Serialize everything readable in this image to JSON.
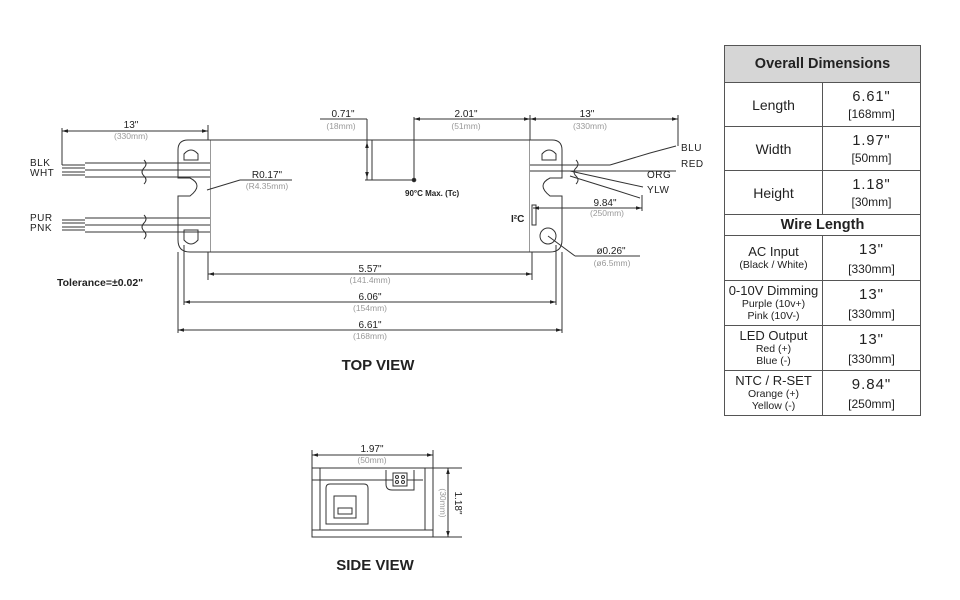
{
  "top_view": {
    "title": "TOP VIEW",
    "tolerance": "Tolerance=±0.02\"",
    "tc_label": "90°C Max. (Tc)",
    "i2c_label": "I²C",
    "left_wires": {
      "ac": [
        "BLK",
        "WHT"
      ],
      "dim": [
        "PUR",
        "PNK"
      ]
    },
    "right_wires": [
      "BLU",
      "RED",
      "ORG",
      "YLW"
    ],
    "dimensions": {
      "left_wire": {
        "in": "13\"",
        "mm": "(330mm)"
      },
      "right_wire": {
        "in": "13\"",
        "mm": "(330mm)"
      },
      "ntc_wire": {
        "in": "9.84\"",
        "mm": "(250mm)"
      },
      "tc_offset_y": {
        "in": "0.71\"",
        "mm": "(18mm)"
      },
      "tc_offset_x": {
        "in": "2.01\"",
        "mm": "(51mm)"
      },
      "radius": {
        "in": "R0.17\"",
        "mm": "(R4.35mm)"
      },
      "hole": {
        "in": "ø0.26\"",
        "mm": "(ø6.5mm)"
      },
      "body": {
        "in": "5.57\"",
        "mm": "(141.4mm)"
      },
      "hole_pitch": {
        "in": "6.06\"",
        "mm": "(154mm)"
      },
      "overall": {
        "in": "6.61\"",
        "mm": "(168mm)"
      }
    }
  },
  "side_view": {
    "title": "SIDE VIEW",
    "width": {
      "in": "1.97\"",
      "mm": "(50mm)"
    },
    "height": {
      "in": "1.18\"",
      "mm": "(30mm)"
    }
  },
  "spec_table": {
    "overall_header": "Overall Dimensions",
    "overall_rows": [
      {
        "label": "Length",
        "value": "6.61\"",
        "mm": "[168mm]"
      },
      {
        "label": "Width",
        "value": "1.97\"",
        "mm": "[50mm]"
      },
      {
        "label": "Height",
        "value": "1.18\"",
        "mm": "[30mm]"
      }
    ],
    "wire_header": "Wire Length",
    "wire_rows": [
      {
        "label": "AC Input",
        "sub": [
          "(Black / White)"
        ],
        "value": "13\"",
        "mm": "[330mm]"
      },
      {
        "label": "0-10V Dimming",
        "sub": [
          "Purple (10v+)",
          "Pink (10V-)"
        ],
        "value": "13\"",
        "mm": "[330mm]"
      },
      {
        "label": "LED Output",
        "sub": [
          "Red (+)",
          "Blue (-)"
        ],
        "value": "13\"",
        "mm": "[330mm]"
      },
      {
        "label": "NTC / R-SET",
        "sub": [
          "Orange (+)",
          "Yellow (-)"
        ],
        "value": "9.84\"",
        "mm": "[250mm]"
      }
    ]
  }
}
